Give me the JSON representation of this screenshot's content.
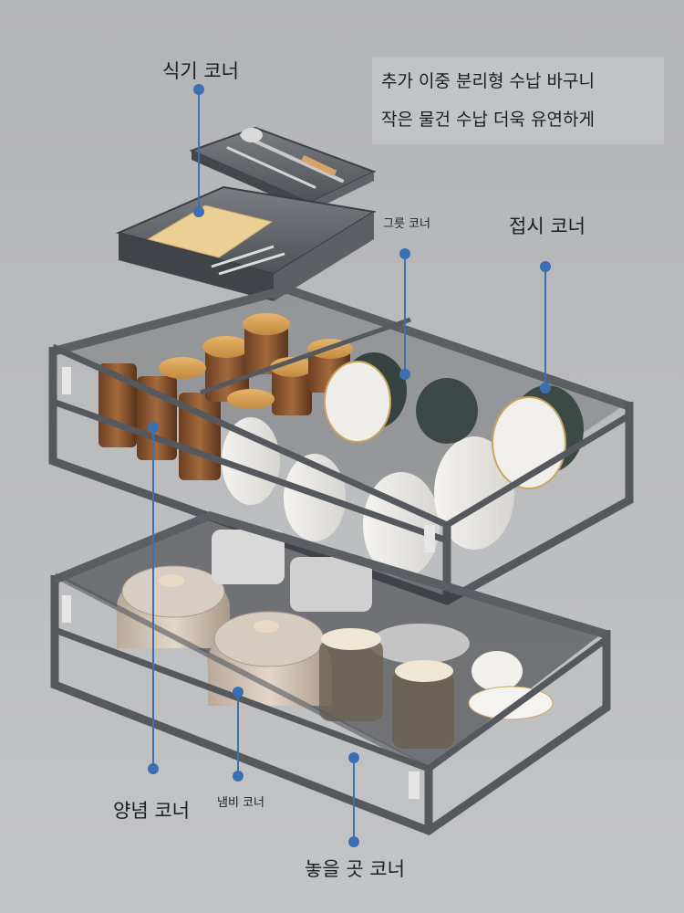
{
  "headline": {
    "line1": "추가 이중 분리형 수납 바구니",
    "line2": "작은 물건 수납 더욱 유연하게"
  },
  "labels": {
    "utensil": "식기 코너",
    "bowl": "그릇 코너",
    "plate": "접시 코너",
    "seasoning": "양념 코너",
    "pot": "냄비 코너",
    "misc": "놓을 곳 코너"
  },
  "colors": {
    "background": "#b9babc",
    "marker": "#3d6fb3",
    "frame": "#55585d"
  }
}
